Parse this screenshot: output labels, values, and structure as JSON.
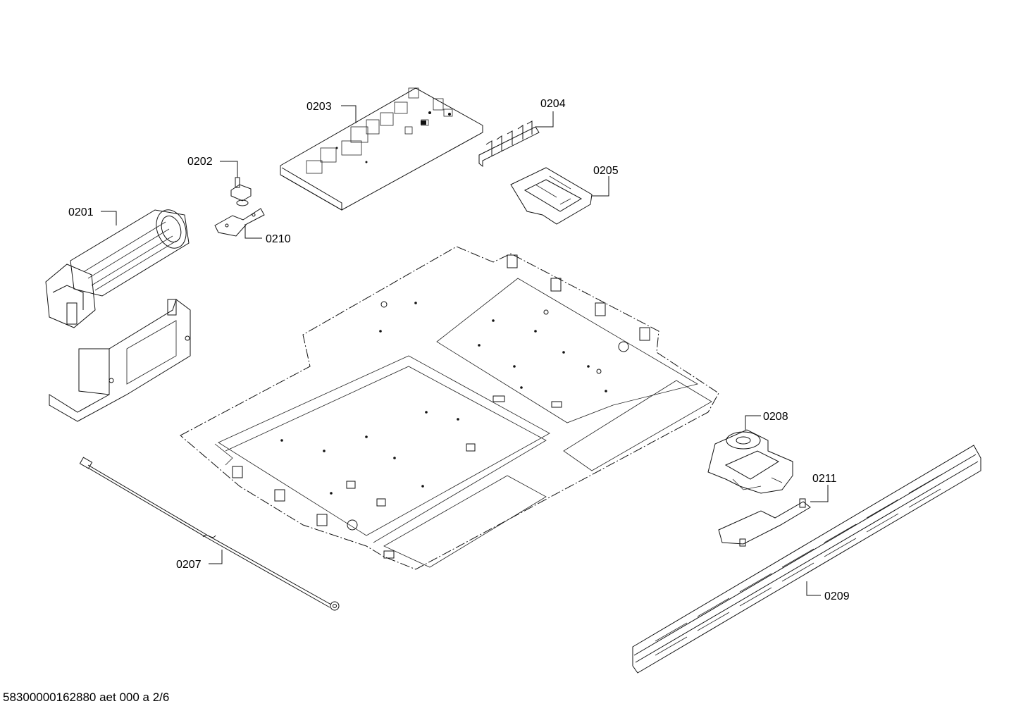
{
  "parts": [
    {
      "id": "p0201",
      "label": "0201"
    },
    {
      "id": "p0202",
      "label": "0202"
    },
    {
      "id": "p0203",
      "label": "0203"
    },
    {
      "id": "p0204",
      "label": "0204"
    },
    {
      "id": "p0205",
      "label": "0205"
    },
    {
      "id": "p0207",
      "label": "0207"
    },
    {
      "id": "p0208",
      "label": "0208"
    },
    {
      "id": "p0209",
      "label": "0209"
    },
    {
      "id": "p0210",
      "label": "0210"
    },
    {
      "id": "p0211",
      "label": "0211"
    }
  ],
  "footer": {
    "text": "58300000162880 aet 000 a 2/6"
  }
}
